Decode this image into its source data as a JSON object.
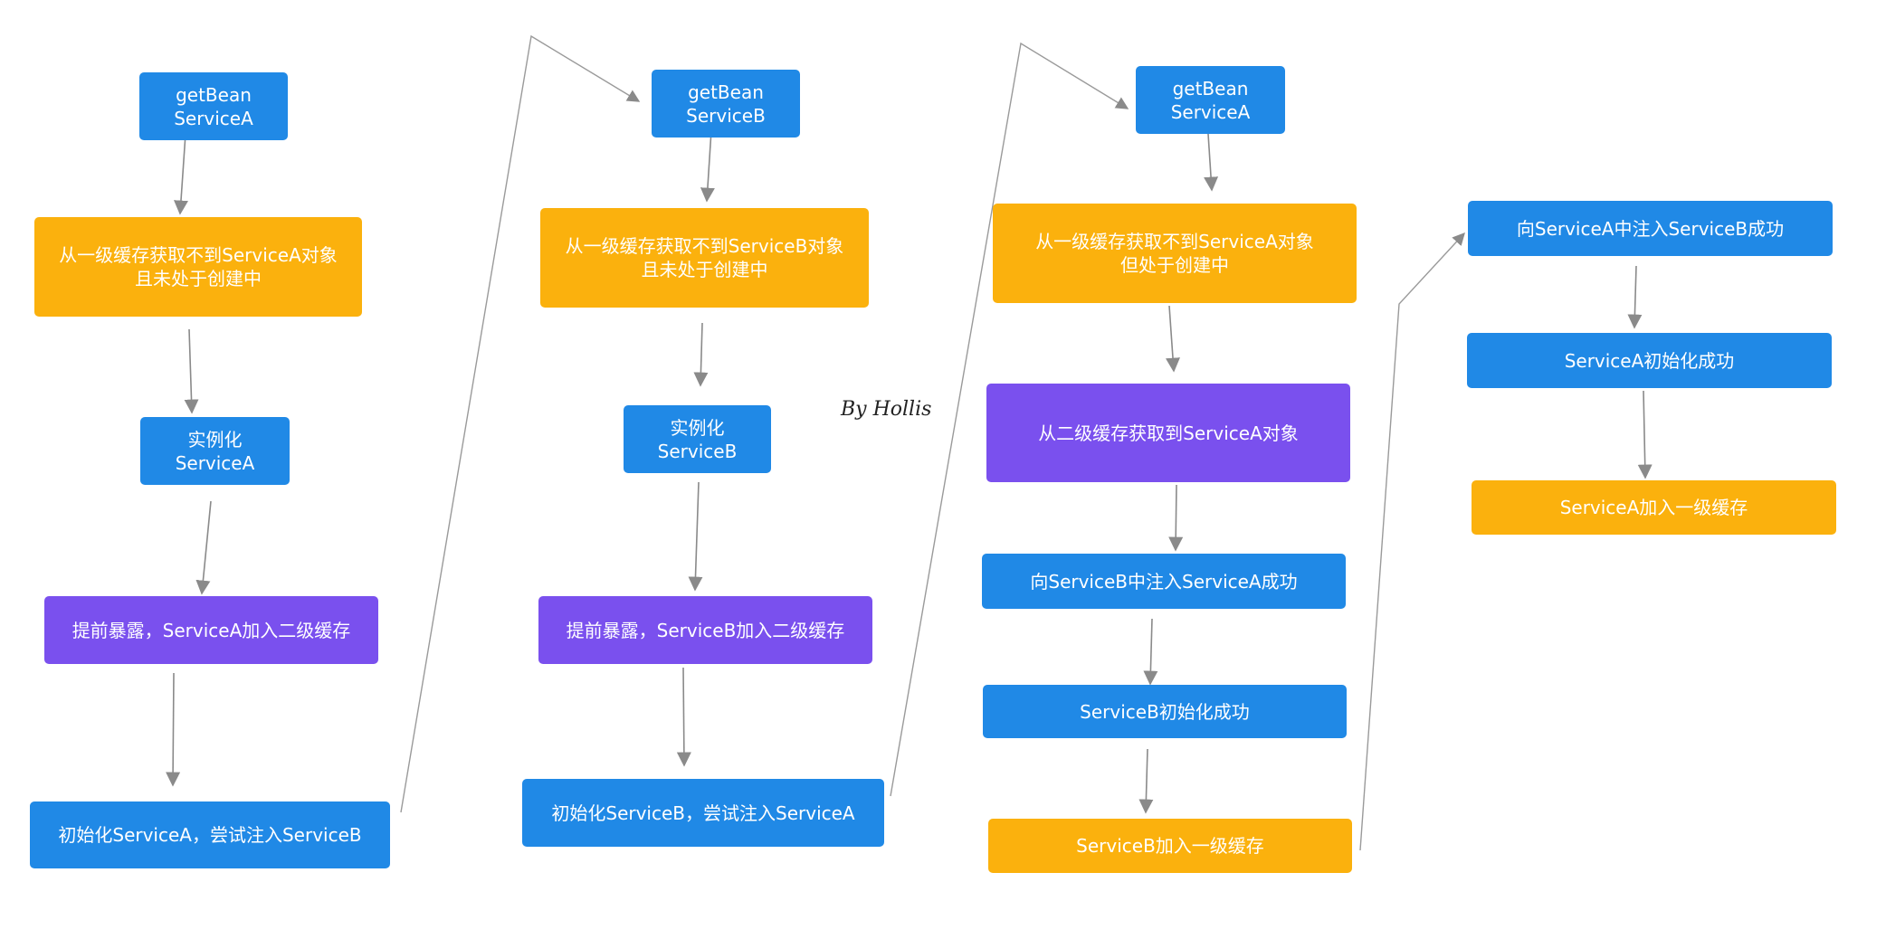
{
  "signature": "By Hollis",
  "nodes": {
    "a_getbean": "getBean\nServiceA",
    "a_cache_miss": "从一级缓存获取不到ServiceA对象\n且未处于创建中",
    "a_instantiate": "实例化ServiceA",
    "a_expose": "提前暴露，ServiceA加入二级缓存",
    "a_init": "初始化ServiceA，尝试注入ServiceB",
    "b_getbean": "getBean\nServiceB",
    "b_cache_miss": "从一级缓存获取不到ServiceB对象\n且未处于创建中",
    "b_instantiate": "实例化ServiceB",
    "b_expose": "提前暴露，ServiceB加入二级缓存",
    "b_init": "初始化ServiceB，尝试注入ServiceA",
    "a2_getbean": "getBean\nServiceA",
    "a2_cache_miss": "从一级缓存获取不到ServiceA对象\n但处于创建中",
    "a2_l2_hit": "从二级缓存获取到ServiceA对象",
    "b_inject_a": "向ServiceB中注入ServiceA成功",
    "b_init_done": "ServiceB初始化成功",
    "b_add_l1": "ServiceB加入一级缓存",
    "a_inject_b": "向ServiceA中注入ServiceB成功",
    "a_init_done": "ServiceA初始化成功",
    "a_add_l1": "ServiceA加入一级缓存"
  },
  "colors": {
    "blue": "#2089e6",
    "orange": "#fbb10d",
    "purple": "#7a50ee"
  }
}
